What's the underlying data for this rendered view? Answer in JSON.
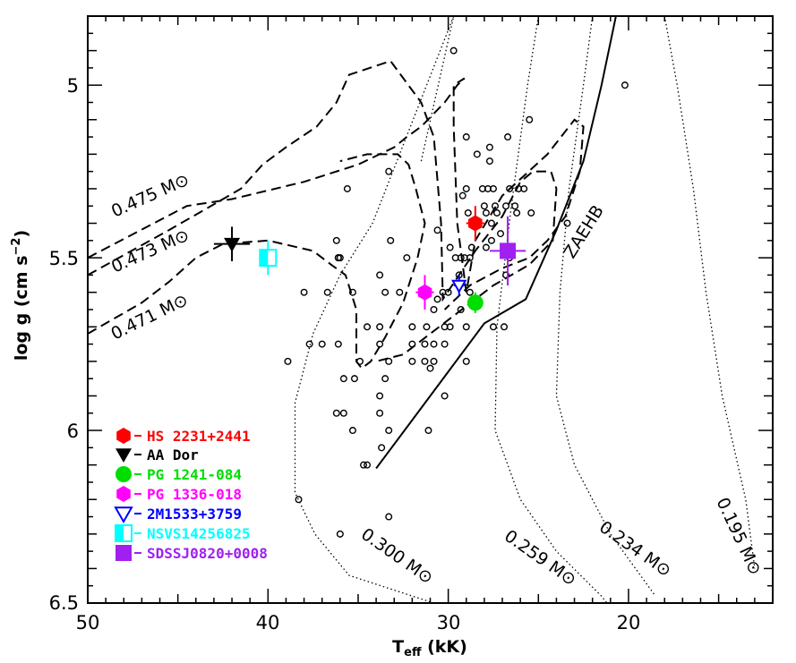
{
  "chart_data": {
    "type": "scatter",
    "title": "",
    "xlabel": "T_eff (kK)",
    "ylabel": "log g (cm s^-2)",
    "xlim": [
      50,
      12
    ],
    "ylim": [
      6.5,
      4.8
    ],
    "x_ticks": [
      "50",
      "40",
      "30",
      "20"
    ],
    "y_ticks": [
      "5",
      "5.5",
      "6",
      "6.5"
    ],
    "grid": false,
    "legend_position": "bottom-left",
    "sample_points": [
      [
        29.7,
        4.9
      ],
      [
        20.2,
        5.0
      ],
      [
        25.5,
        5.1
      ],
      [
        26.7,
        5.15
      ],
      [
        29.0,
        5.15
      ],
      [
        27.7,
        5.18
      ],
      [
        28.4,
        5.2
      ],
      [
        27.7,
        5.22
      ],
      [
        33.3,
        5.25
      ],
      [
        35.6,
        5.3
      ],
      [
        29.0,
        5.3
      ],
      [
        28.1,
        5.3
      ],
      [
        27.8,
        5.3
      ],
      [
        27.5,
        5.3
      ],
      [
        26.6,
        5.3
      ],
      [
        26.1,
        5.3
      ],
      [
        25.8,
        5.3
      ],
      [
        29.2,
        5.32
      ],
      [
        28.0,
        5.35
      ],
      [
        27.4,
        5.35
      ],
      [
        26.8,
        5.35
      ],
      [
        26.3,
        5.35
      ],
      [
        28.9,
        5.37
      ],
      [
        27.9,
        5.37
      ],
      [
        27.3,
        5.37
      ],
      [
        26.2,
        5.37
      ],
      [
        25.4,
        5.37
      ],
      [
        28.5,
        5.4
      ],
      [
        27.6,
        5.4
      ],
      [
        23.4,
        5.4
      ],
      [
        30.6,
        5.42
      ],
      [
        27.1,
        5.43
      ],
      [
        27.6,
        5.45
      ],
      [
        29.9,
        5.47
      ],
      [
        28.7,
        5.47
      ],
      [
        27.9,
        5.47
      ],
      [
        36.2,
        5.45
      ],
      [
        32.3,
        5.5
      ],
      [
        29.6,
        5.5
      ],
      [
        29.3,
        5.5
      ],
      [
        28.8,
        5.5
      ],
      [
        29.1,
        5.5
      ],
      [
        26.6,
        5.5
      ],
      [
        36.1,
        5.5
      ],
      [
        36.1,
        5.5
      ],
      [
        36.0,
        5.5
      ],
      [
        33.8,
        5.55
      ],
      [
        29.4,
        5.55
      ],
      [
        26.8,
        5.55
      ],
      [
        38.0,
        5.6
      ],
      [
        36.7,
        5.6
      ],
      [
        35.3,
        5.6
      ],
      [
        33.5,
        5.6
      ],
      [
        32.7,
        5.6
      ],
      [
        31.1,
        5.6
      ],
      [
        30.3,
        5.6
      ],
      [
        30.0,
        5.6
      ],
      [
        28.8,
        5.6
      ],
      [
        30.6,
        5.62
      ],
      [
        30.8,
        5.65
      ],
      [
        29.3,
        5.65
      ],
      [
        33.8,
        5.7
      ],
      [
        32.0,
        5.7
      ],
      [
        31.2,
        5.7
      ],
      [
        30.2,
        5.7
      ],
      [
        29.9,
        5.7
      ],
      [
        29.0,
        5.7
      ],
      [
        27.5,
        5.7
      ],
      [
        26.9,
        5.7
      ],
      [
        30.2,
        5.75
      ],
      [
        37.7,
        5.75
      ],
      [
        37.0,
        5.75
      ],
      [
        36.1,
        5.75
      ],
      [
        33.8,
        5.75
      ],
      [
        32.0,
        5.75
      ],
      [
        31.3,
        5.75
      ],
      [
        30.8,
        5.75
      ],
      [
        32.0,
        5.8
      ],
      [
        31.3,
        5.8
      ],
      [
        30.8,
        5.8
      ],
      [
        34.9,
        5.8
      ],
      [
        33.3,
        5.8
      ],
      [
        38.9,
        5.8
      ],
      [
        31.0,
        5.82
      ],
      [
        35.8,
        5.85
      ],
      [
        35.2,
        5.85
      ],
      [
        33.5,
        5.85
      ],
      [
        30.2,
        5.9
      ],
      [
        33.8,
        5.9
      ],
      [
        35.8,
        5.95
      ],
      [
        33.8,
        5.95
      ],
      [
        36.2,
        5.95
      ],
      [
        33.3,
        6.0
      ],
      [
        31.1,
        6.0
      ],
      [
        33.7,
        6.05
      ],
      [
        34.5,
        6.1
      ],
      [
        34.7,
        6.1
      ],
      [
        35.3,
        6.0
      ],
      [
        38.3,
        6.2
      ],
      [
        33.3,
        6.25
      ],
      [
        36.0,
        6.3
      ],
      [
        33.2,
        5.45
      ],
      [
        34.5,
        5.7
      ],
      [
        29.0,
        5.8
      ]
    ],
    "series": [
      {
        "name": "HS 2231+2441",
        "color": "#ff0000",
        "marker": "filled-hexagon",
        "x": 28.5,
        "y": 5.4,
        "xerr": 0.5,
        "yerr": 0.05
      },
      {
        "name": "AA Dor",
        "color": "#000000",
        "marker": "filled-triangle-down",
        "x": 42.0,
        "y": 5.46,
        "xerr": 1.0,
        "yerr": 0.05
      },
      {
        "name": "PG 1241-084",
        "color": "#00dd00",
        "marker": "filled-circle",
        "x": 28.5,
        "y": 5.63,
        "xerr": 0.3,
        "yerr": 0.03
      },
      {
        "name": "PG 1336-018",
        "color": "#ff00ff",
        "marker": "filled-hexagon",
        "x": 31.3,
        "y": 5.6,
        "xerr": 0.5,
        "yerr": 0.05
      },
      {
        "name": "2M1533+3759",
        "color": "#0000ff",
        "marker": "open-triangle-down",
        "x": 29.4,
        "y": 5.58,
        "xerr": 0.3,
        "yerr": 0.03
      },
      {
        "name": "NSVS14256825",
        "color": "#00ffff",
        "marker": "half-filled-square",
        "x": 40.0,
        "y": 5.5,
        "xerr": 0.5,
        "yerr": 0.05
      },
      {
        "name": "SDSSJ0820+0008",
        "color": "#a020f0",
        "marker": "filled-square",
        "x": 26.7,
        "y": 5.48,
        "xerr": 1.0,
        "yerr": 0.1
      }
    ],
    "curves": [
      {
        "label": "0.475 M⊙",
        "style": "dashed",
        "points": [
          [
            50,
            5.5
          ],
          [
            44.5,
            5.35
          ],
          [
            42,
            5.33
          ],
          [
            38,
            5.28
          ],
          [
            35,
            5.23
          ],
          [
            33,
            5.18
          ],
          [
            32.3,
            5.15
          ],
          [
            31.5,
            5.12
          ],
          [
            30.2,
            5.05
          ],
          [
            29.5,
            5.0
          ],
          [
            29.1,
            4.98
          ],
          [
            29.7,
            5.0
          ],
          [
            29.7,
            5.12
          ],
          [
            29.5,
            5.4
          ],
          [
            29.0,
            5.6
          ],
          [
            28.5,
            5.45
          ],
          [
            27.0,
            5.32
          ],
          [
            24.5,
            5.2
          ],
          [
            23.0,
            5.1
          ],
          [
            22.5,
            5.12
          ],
          [
            22.7,
            5.25
          ],
          [
            23.5,
            5.38
          ],
          [
            24.5,
            5.45
          ],
          [
            25.5,
            5.5
          ],
          [
            27.0,
            5.53
          ],
          [
            28.8,
            5.58
          ],
          [
            30.2,
            5.65
          ]
        ]
      },
      {
        "label": "0.473 M⊙",
        "style": "dashed",
        "points": [
          [
            50,
            5.55
          ],
          [
            45.5,
            5.42
          ],
          [
            43.5,
            5.36
          ],
          [
            41.5,
            5.3
          ],
          [
            40.3,
            5.23
          ],
          [
            39,
            5.18
          ],
          [
            37.3,
            5.12
          ],
          [
            36.2,
            5.05
          ],
          [
            35.5,
            4.97
          ],
          [
            33.2,
            4.93
          ],
          [
            31.5,
            5.05
          ],
          [
            30.8,
            5.15
          ],
          [
            30.4,
            5.4
          ],
          [
            30.3,
            5.62
          ],
          [
            28.5,
            5.48
          ],
          [
            27.0,
            5.38
          ],
          [
            26.0,
            5.28
          ],
          [
            25.3,
            5.25
          ],
          [
            24.3,
            5.25
          ],
          [
            24.0,
            5.3
          ],
          [
            24.2,
            5.45
          ],
          [
            25.5,
            5.52
          ],
          [
            27.5,
            5.58
          ],
          [
            30.0,
            5.68
          ],
          [
            31.0,
            5.72
          ],
          [
            32.5,
            5.78
          ],
          [
            34.0,
            5.8
          ]
        ]
      },
      {
        "label": "0.471 M⊙",
        "style": "dashed",
        "points": [
          [
            50,
            5.72
          ],
          [
            47,
            5.63
          ],
          [
            45.5,
            5.57
          ],
          [
            44,
            5.5
          ],
          [
            42.5,
            5.46
          ],
          [
            40,
            5.45
          ],
          [
            37.5,
            5.48
          ],
          [
            36.5,
            5.52
          ],
          [
            35.7,
            5.55
          ],
          [
            35.1,
            5.65
          ],
          [
            35.1,
            5.8
          ],
          [
            34.8,
            5.82
          ],
          [
            34.3,
            5.8
          ],
          [
            33.5,
            5.73
          ],
          [
            32.5,
            5.63
          ],
          [
            31.7,
            5.5
          ],
          [
            31.3,
            5.4
          ],
          [
            31.8,
            5.3
          ],
          [
            32.2,
            5.23
          ],
          [
            32.8,
            5.2
          ],
          [
            34.5,
            5.2
          ],
          [
            36,
            5.22
          ]
        ]
      }
    ],
    "lines": [
      {
        "label": "ZAEHB",
        "style": "solid",
        "points": [
          [
            34.0,
            6.11
          ],
          [
            32,
            5.97
          ],
          [
            30,
            5.83
          ],
          [
            28,
            5.69
          ],
          [
            25.7,
            5.62
          ],
          [
            24,
            5.42
          ],
          [
            22.5,
            5.22
          ],
          [
            21.5,
            5.0
          ],
          [
            20.7,
            4.8
          ]
        ]
      },
      {
        "label": "0.300 M⊙",
        "style": "dotted",
        "points": [
          [
            31.5,
            5.22
          ],
          [
            29.7,
            4.8
          ],
          [
            34.2,
            5.4
          ],
          [
            36,
            5.55
          ],
          [
            37.5,
            5.72
          ],
          [
            38.5,
            5.92
          ],
          [
            38.5,
            6.18
          ],
          [
            37.4,
            6.3
          ],
          [
            35.5,
            6.42
          ],
          [
            30.8,
            6.5
          ]
        ]
      },
      {
        "label": "0.259 M⊙",
        "style": "dotted",
        "points": [
          [
            25.0,
            4.8
          ],
          [
            25.6,
            5.0
          ],
          [
            26.5,
            5.35
          ],
          [
            27.3,
            5.7
          ],
          [
            27.4,
            6.0
          ],
          [
            26.0,
            6.2
          ],
          [
            24.0,
            6.35
          ],
          [
            21.5,
            6.48
          ],
          [
            21.2,
            6.5
          ]
        ]
      },
      {
        "label": "0.234 M⊙",
        "style": "dotted",
        "points": [
          [
            22.0,
            4.8
          ],
          [
            22.5,
            5.0
          ],
          [
            23.3,
            5.3
          ],
          [
            23.8,
            5.6
          ],
          [
            24.0,
            5.9
          ],
          [
            23.0,
            6.1
          ],
          [
            21.0,
            6.3
          ],
          [
            18.5,
            6.48
          ]
        ]
      },
      {
        "label": "0.195 M⊙",
        "style": "dotted",
        "points": [
          [
            18.0,
            4.8
          ],
          [
            17.3,
            5.0
          ],
          [
            16.4,
            5.3
          ],
          [
            15.7,
            5.6
          ],
          [
            14.8,
            5.9
          ],
          [
            13.5,
            6.2
          ],
          [
            13.0,
            6.4
          ]
        ]
      }
    ],
    "ylabel_text": "log g (cm s",
    "ylabel_sup": "−2",
    "ylabel_close": ")",
    "xlabel_text": "T",
    "xlabel_sub": "eff",
    "xlabel_unit": " (kK)",
    "track_labels": {
      "m475": "0.475 M⊙",
      "m473": "0.473 M⊙",
      "m471": "0.471 M⊙",
      "zaehb": "ZAEHB",
      "m300": "0.300 M⊙",
      "m259": "0.259 M⊙",
      "m234": "0.234 M⊙",
      "m195": "0.195 M⊙"
    }
  }
}
